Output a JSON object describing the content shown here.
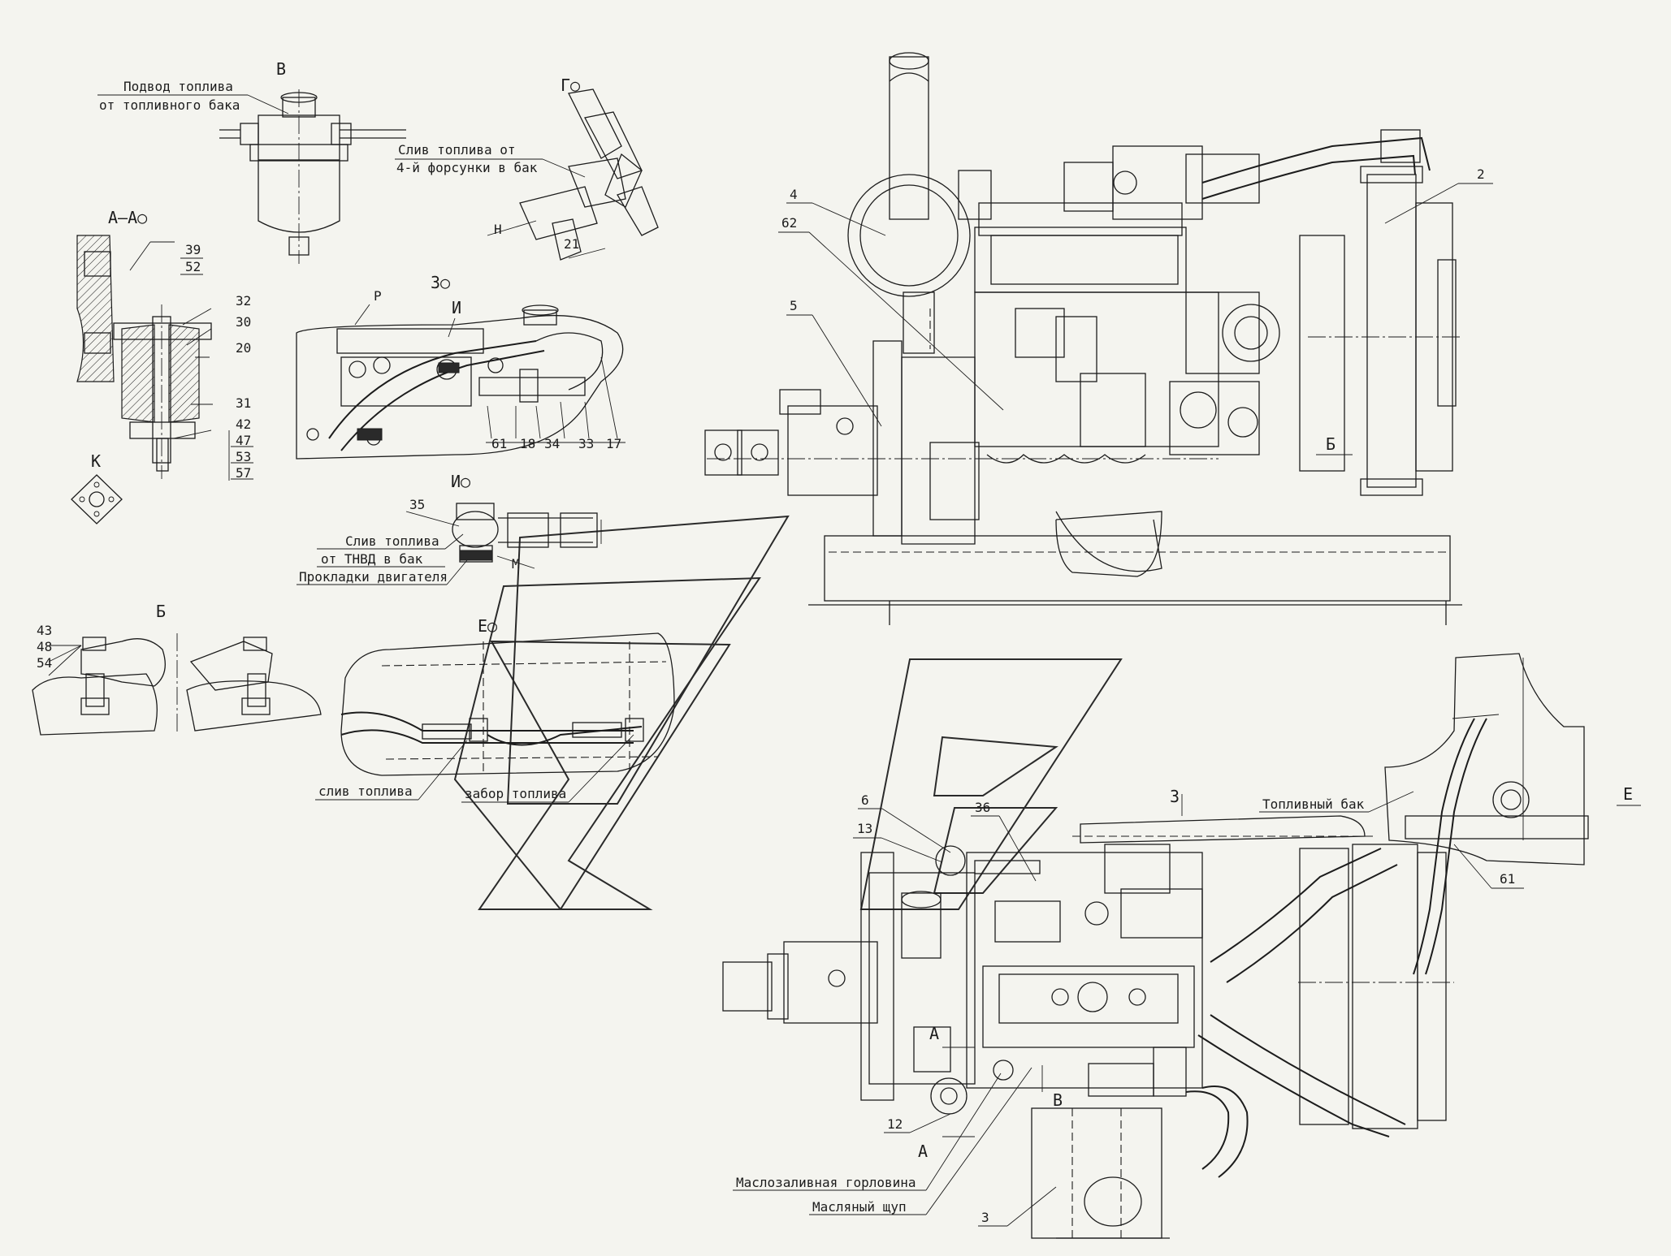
{
  "views": {
    "v_B": "В",
    "v_G": "Г○",
    "v_AA": "А–А○",
    "v_K": "К",
    "v_Z": "З○",
    "v_I_small": "И",
    "v_R": "Р",
    "v_IO": "И○",
    "v_Bb": "Б",
    "v_E": "Е○",
    "v_Bb_main": "Б",
    "v_A1": "А",
    "v_A2": "А",
    "v_B_main": "В",
    "v_Z_main": "З",
    "v_E_main": "Е",
    "v_H": "Н",
    "v_M": "М"
  },
  "callouts": {
    "podvod_1": "Подвод топлива",
    "podvod_2": "от топливного бака",
    "sliv4_1": "Слив топлива от",
    "sliv4_2": "4-й форсунки в бак",
    "slivtnvd_1": "Слив топлива",
    "slivtnvd_2": "от ТНВД в бак",
    "prokladki": "Прокладки двигателя",
    "sliv_topliva": "слив топлива",
    "zabor_topliva": "забор топлива",
    "toplivny_bak": "Топливный бак",
    "maslozalivnaya": "Маслозаливная горловина",
    "maslyany_shchup": "Масляный щуп"
  },
  "positions": {
    "p2": "2",
    "p3": "3",
    "p4": "4",
    "p5": "5",
    "p6": "6",
    "p12": "12",
    "p13": "13",
    "p17": "17",
    "p18": "18",
    "p20": "20",
    "p21": "21",
    "p30": "30",
    "p31": "31",
    "p32": "32",
    "p33": "33",
    "p34": "34",
    "p35": "35",
    "p36": "36",
    "p39": "39",
    "p42": "42",
    "p43": "43",
    "p47": "47",
    "p48": "48",
    "p52": "52",
    "p53": "53",
    "p54": "54",
    "p57": "57",
    "p61a": "61",
    "p61b": "61",
    "p62": "62"
  }
}
